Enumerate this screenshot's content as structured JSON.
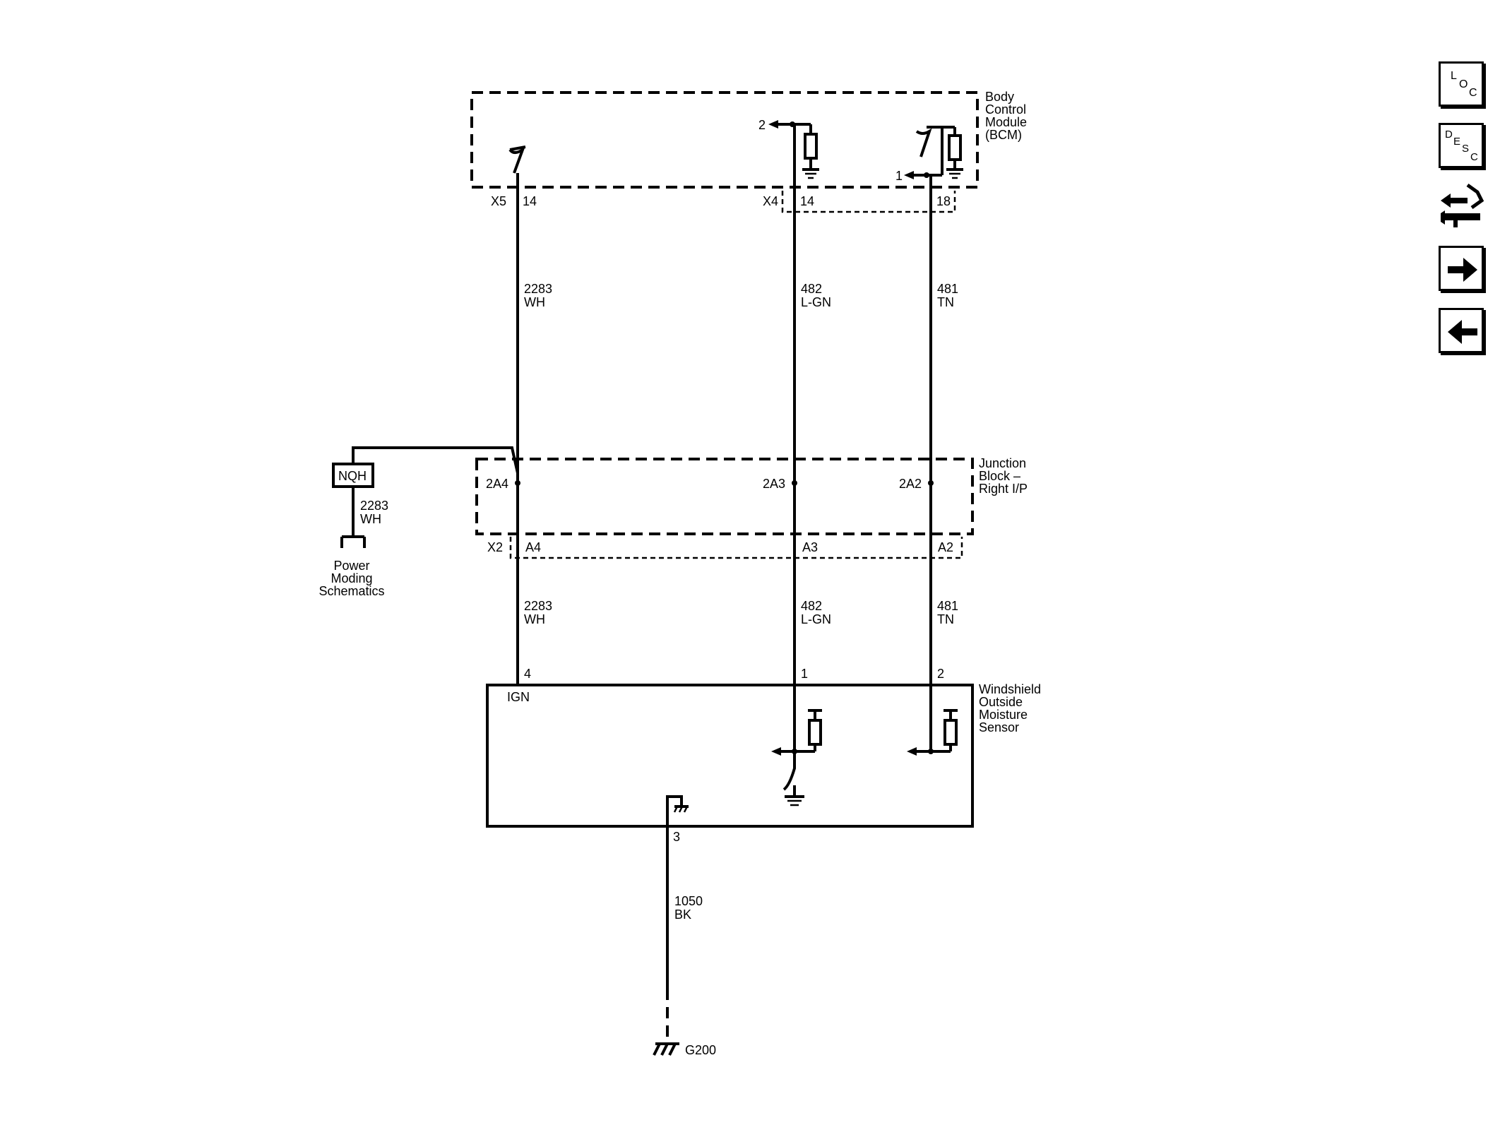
{
  "components": {
    "bcm": {
      "line1": "Body",
      "line2": "Control",
      "line3": "Module",
      "line4": "(BCM)"
    },
    "junction_block": {
      "line1": "Junction",
      "line2": "Block –",
      "line3": "Right I/P"
    },
    "sensor": {
      "line1": "Windshield",
      "line2": "Outside",
      "line3": "Moisture",
      "line4": "Sensor",
      "ign": "IGN"
    },
    "power_moding": {
      "line1": "Power",
      "line2": "Moding",
      "line3": "Schematics",
      "box": "NQH"
    },
    "ground": {
      "label": "G200"
    }
  },
  "connectors": {
    "bcm_x5": "X5",
    "bcm_x5_pin": "14",
    "bcm_x4": "X4",
    "bcm_x4_pin_a": "14",
    "bcm_x4_pin_b": "18",
    "bcm_out2": "2",
    "bcm_out1": "1",
    "jb_2a4": "2A4",
    "jb_2a3": "2A3",
    "jb_2a2": "2A2",
    "jb_x2": "X2",
    "jb_a4": "A4",
    "jb_a3": "A3",
    "jb_a2": "A2",
    "sensor_pin4": "4",
    "sensor_pin1": "1",
    "sensor_pin2": "2",
    "sensor_pin3": "3"
  },
  "wires": {
    "w2283_num": "2283",
    "w2283_color": "WH",
    "w482_num": "482",
    "w482_color": "L-GN",
    "w481_num": "481",
    "w481_color": "TN",
    "w1050_num": "1050",
    "w1050_color": "BK"
  },
  "nav": {
    "loc": {
      "l1": "L",
      "l2": "O",
      "l3": "C"
    },
    "desc": {
      "l1": "D",
      "l2": "E",
      "l3": "S",
      "l4": "C"
    },
    "icons": [
      "loc-icon",
      "desc-icon",
      "connector-tool-icon",
      "next-arrow-icon",
      "previous-arrow-icon"
    ]
  }
}
